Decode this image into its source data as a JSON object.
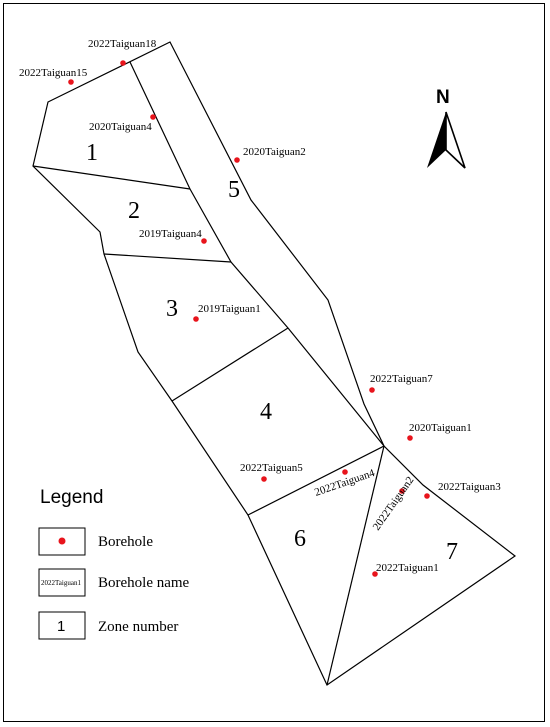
{
  "colors": {
    "borehole": "#e8141c",
    "line": "#000000"
  },
  "north": {
    "label": "N",
    "icon": "north-arrow-icon"
  },
  "zones": [
    {
      "id": "1",
      "label": "1"
    },
    {
      "id": "2",
      "label": "2"
    },
    {
      "id": "3",
      "label": "3"
    },
    {
      "id": "4",
      "label": "4"
    },
    {
      "id": "5",
      "label": "5"
    },
    {
      "id": "6",
      "label": "6"
    },
    {
      "id": "7",
      "label": "7"
    }
  ],
  "boreholes": [
    {
      "name": "2022Taiguan18"
    },
    {
      "name": "2022Taiguan15"
    },
    {
      "name": "2020Taiguan4"
    },
    {
      "name": "2020Taiguan2"
    },
    {
      "name": "2019Taiguan4"
    },
    {
      "name": "2019Taiguan1"
    },
    {
      "name": "2022Taiguan7"
    },
    {
      "name": "2020Taiguan1"
    },
    {
      "name": "2022Taiguan5"
    },
    {
      "name": "2022Taiguan4"
    },
    {
      "name": "2022Taiguan2"
    },
    {
      "name": "2022Taiguan3"
    },
    {
      "name": "2022Taiguan1"
    }
  ],
  "legend": {
    "title": "Legend",
    "items": [
      {
        "symbol": "red-dot",
        "label": "Borehole"
      },
      {
        "symbol": "sample-name",
        "sample": "2022Taiguan1",
        "label": "Borehole name"
      },
      {
        "symbol": "sample-number",
        "sample": "1",
        "label": "Zone number"
      }
    ]
  }
}
